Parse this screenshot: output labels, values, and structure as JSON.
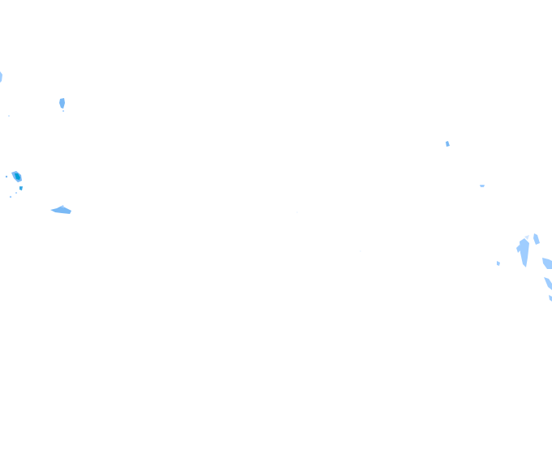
{
  "map": {
    "kind": "rain-radar-overlay",
    "background_color": "#ffffff",
    "intensity_levels": [
      {
        "level": "light",
        "color": "#9fcdff"
      },
      {
        "level": "light-moderate",
        "color": "#7ab9f5"
      },
      {
        "level": "moderate",
        "color": "#3aa9e6"
      },
      {
        "level": "heavy",
        "color": "#009fd6"
      }
    ],
    "echoes": [
      {
        "name": "echo-far-west-edge",
        "level": "light"
      },
      {
        "name": "echo-west-small",
        "level": "light-moderate"
      },
      {
        "name": "echo-west-cluster",
        "level": "heavy"
      },
      {
        "name": "echo-west-band",
        "level": "light-moderate"
      },
      {
        "name": "echo-central-east-speck",
        "level": "light-moderate"
      },
      {
        "name": "echo-east-small",
        "level": "light"
      },
      {
        "name": "echo-east-band",
        "level": "light"
      }
    ]
  }
}
